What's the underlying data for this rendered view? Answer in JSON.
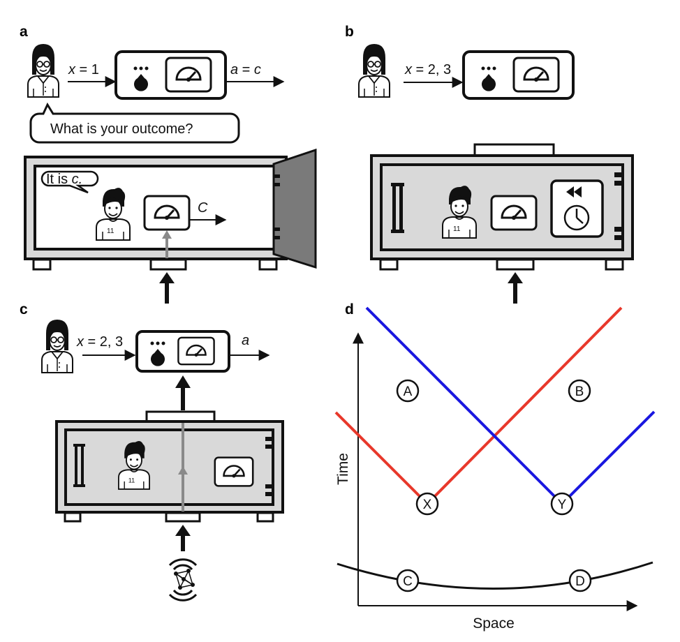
{
  "panels": {
    "a": {
      "label": "a",
      "input_var": "x",
      "input_eq": " = 1",
      "output_var": "a",
      "output_eq": " = ",
      "output_val": "c",
      "question": "What is your outcome?",
      "reply_text": "It is ",
      "reply_val": "c.",
      "inner_output": "C"
    },
    "b": {
      "label": "b",
      "input_var": "x",
      "input_eq": " = 2, 3"
    },
    "c": {
      "label": "c",
      "input_var": "x",
      "input_eq": " = 2, 3",
      "output_var": "a"
    },
    "d": {
      "label": "d",
      "x_axis_label": "Space",
      "y_axis_label": "Time",
      "nodes": {
        "A": "A",
        "B": "B",
        "X": "X",
        "Y": "Y",
        "C": "C",
        "D": "D"
      },
      "colors": {
        "red": "#e8382b",
        "blue": "#1a17e0",
        "curve": "#111111"
      }
    }
  },
  "colors": {
    "box_gray": "#d9d9d9",
    "door_gray": "#7a7a7a",
    "mid_gray": "#8a8a8a",
    "ink": "#111111"
  }
}
